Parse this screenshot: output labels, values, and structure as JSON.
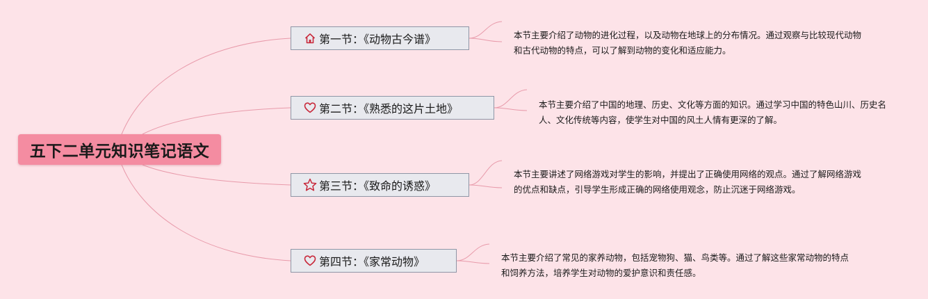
{
  "root": {
    "title": "五下二单元知识笔记语文"
  },
  "sections": [
    {
      "icon": "home-icon",
      "label": "第一节：《动物古今谱》",
      "note": "本节主要介绍了动物的进化过程，以及动物在地球上的分布情况。通过观察与比较现代动物和古代动物的特点，可以了解到动物的变化和适应能力。"
    },
    {
      "icon": "heart-icon",
      "label": "第二节：《熟悉的这片土地》",
      "note": "本节主要介绍了中国的地理、历史、文化等方面的知识。通过学习中国的特色山川、历史名人、文化传统等内容，使学生对中国的风土人情有更深的了解。"
    },
    {
      "icon": "star-icon",
      "label": "第三节：《致命的诱惑》",
      "note": "本节主要讲述了网络游戏对学生的影响，并提出了正确使用网络的观点。通过了解网络游戏的优点和缺点，引导学生形成正确的网络使用观念，防止沉迷于网络游戏。"
    },
    {
      "icon": "heart-icon",
      "label": "第四节：《家常动物》",
      "note": "本节主要介绍了常见的家养动物，包括宠物狗、猫、鸟类等。通过了解这些家常动物的特点和饲养方法，培养学生对动物的爱护意识和责任感。"
    }
  ],
  "colors": {
    "background": "#fde3e8",
    "root_fill": "#f48ca1",
    "section_fill": "#e8e9ee",
    "section_border": "#8e96a6",
    "connector": "#e89aaa",
    "icon_stroke": "#c8283a"
  }
}
